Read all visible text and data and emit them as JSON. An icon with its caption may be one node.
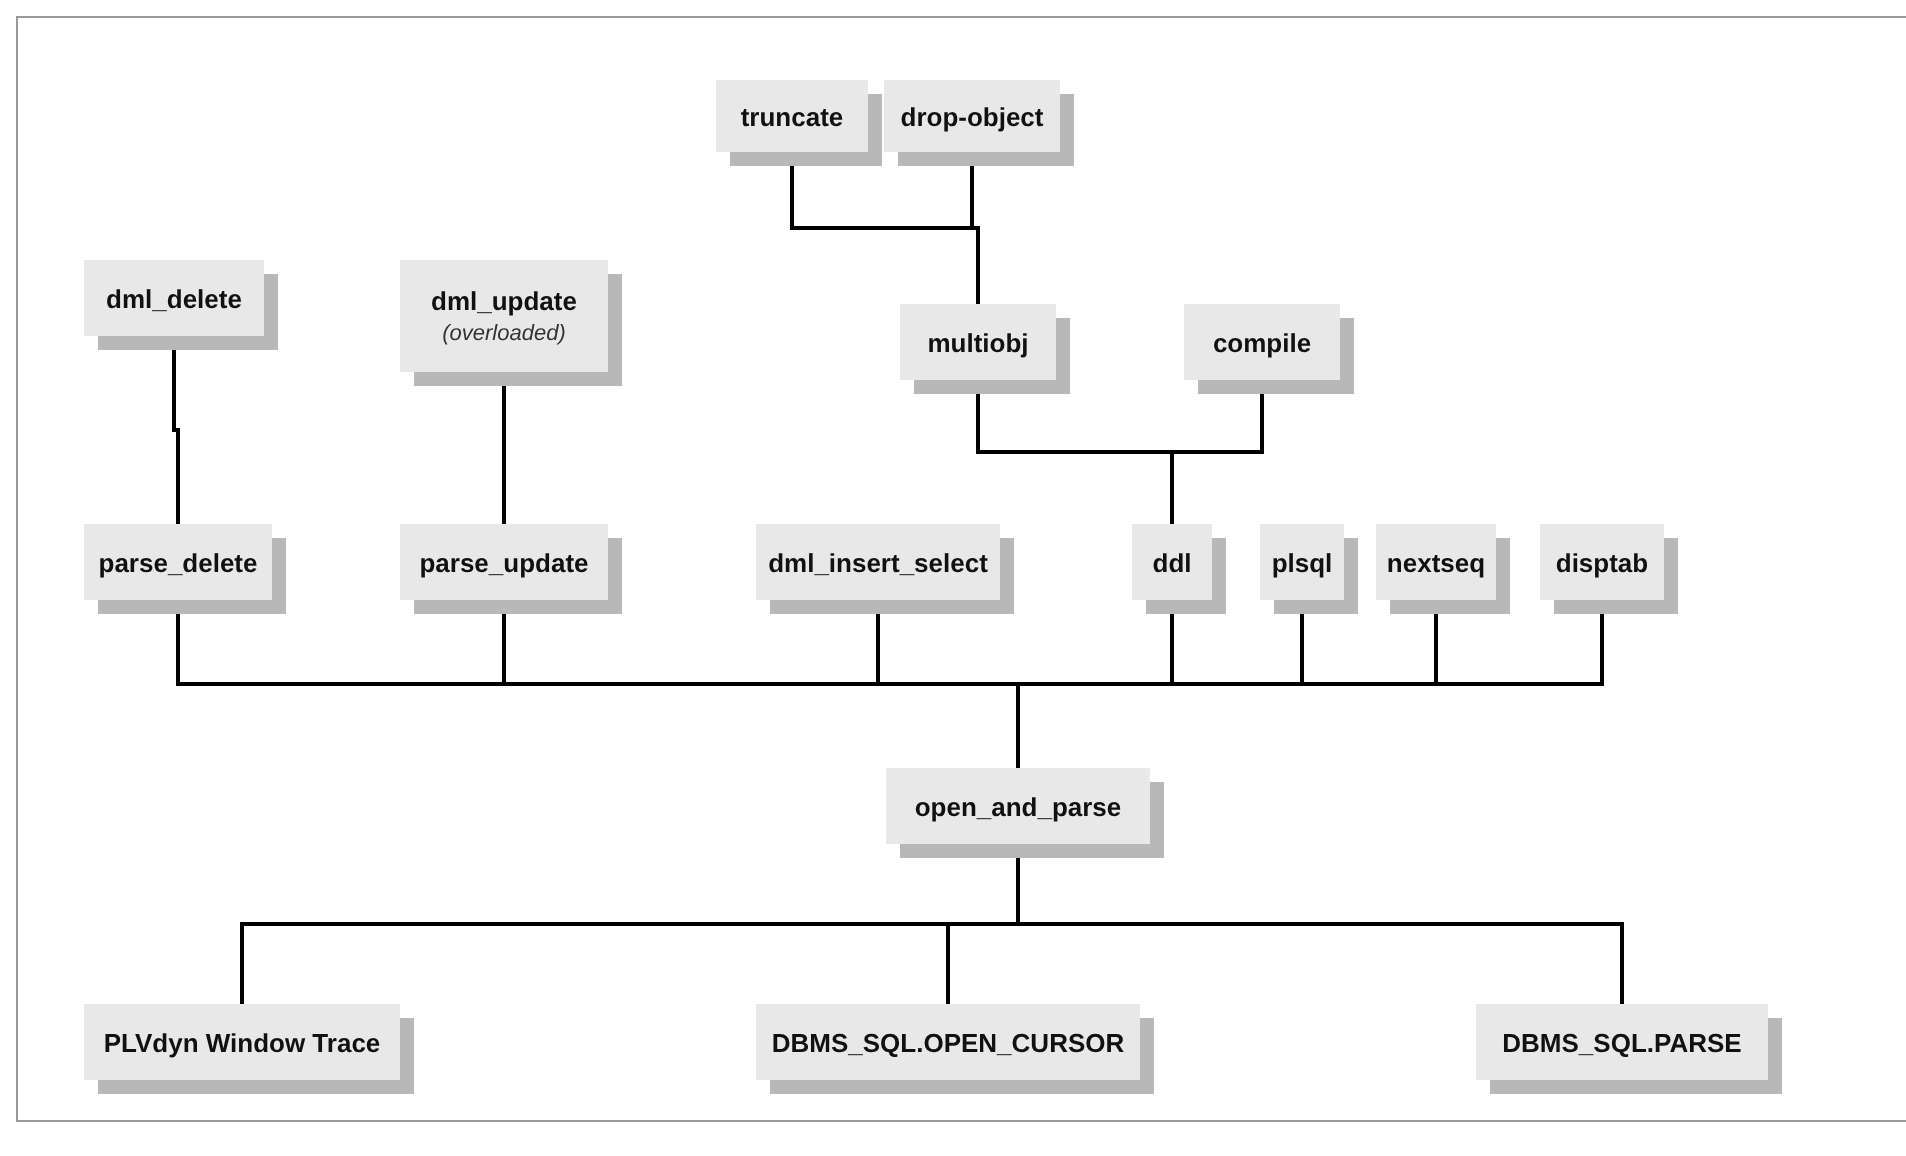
{
  "diagram": {
    "nodes": [
      {
        "text": [
          "truncate"
        ]
      },
      {
        "text": [
          "drop-object"
        ]
      },
      {
        "text": [
          "dml_delete"
        ]
      },
      {
        "text": [
          "dml_update",
          "(overloaded)"
        ]
      },
      {
        "text": [
          "multiobj"
        ]
      },
      {
        "text": [
          "compile"
        ]
      },
      {
        "text": [
          "parse_delete"
        ]
      },
      {
        "text": [
          "parse_update"
        ]
      },
      {
        "text": [
          "dml_insert_select"
        ]
      },
      {
        "text": [
          "ddl"
        ]
      },
      {
        "text": [
          "plsql"
        ]
      },
      {
        "text": [
          "nextseq"
        ]
      },
      {
        "text": [
          "disptab"
        ]
      },
      {
        "text": [
          "open_and_parse"
        ]
      },
      {
        "text": [
          "PLVdyn Window Trace"
        ]
      },
      {
        "text": [
          "DBMS_SQL.OPEN_CURSOR"
        ]
      },
      {
        "text": [
          "DBMS_SQL.PARSE"
        ]
      }
    ],
    "edges": [
      {
        "from": 0,
        "to": 4,
        "arrow": "none"
      },
      {
        "from": 1,
        "to": 4,
        "arrow": "none"
      },
      {
        "from": 2,
        "to": 6,
        "arrow": "none"
      },
      {
        "from": 3,
        "to": 7,
        "arrow": "none"
      },
      {
        "from": 4,
        "to": 9,
        "arrow": "none"
      },
      {
        "from": 5,
        "to": 9,
        "arrow": "none"
      },
      {
        "from": 6,
        "to": 13,
        "arrow": "none"
      },
      {
        "from": 7,
        "to": 13,
        "arrow": "none"
      },
      {
        "from": 8,
        "to": 13,
        "arrow": "none"
      },
      {
        "from": 9,
        "to": 13,
        "arrow": "none"
      },
      {
        "from": 10,
        "to": 13,
        "arrow": "none"
      },
      {
        "from": 11,
        "to": 13,
        "arrow": "none"
      },
      {
        "from": 12,
        "to": 13,
        "arrow": "none"
      },
      {
        "from": 13,
        "to": 14,
        "arrow": "none"
      },
      {
        "from": 13,
        "to": 15,
        "arrow": "none"
      },
      {
        "from": 13,
        "to": 16,
        "arrow": "none"
      }
    ]
  }
}
